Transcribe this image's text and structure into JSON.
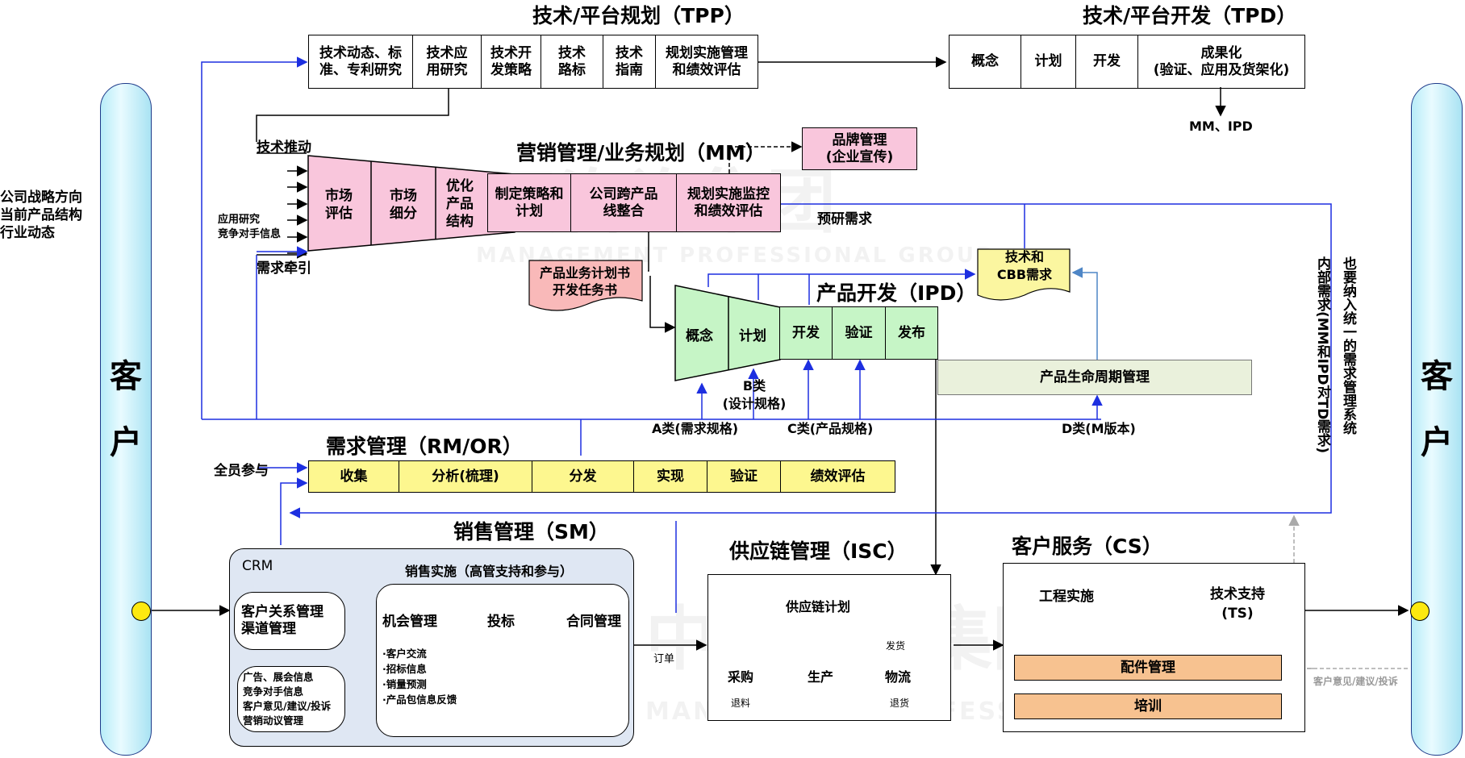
{
  "watermark": {
    "chinese": "中天咨询集团",
    "english": "MANAGEMENT PROFESSIONAL GROUP"
  },
  "customer_left": {
    "line1": "客",
    "line2": "户"
  },
  "customer_right": {
    "line1": "客",
    "line2": "户"
  },
  "strategy_inputs": [
    "公司战略方向",
    "当前产品结构",
    "行业动态"
  ],
  "tpp": {
    "title": "技术/平台规划（TPP）",
    "cells": [
      "技术动态、标准、专利研究",
      "技术应用研究",
      "技术开发策略",
      "技术路标",
      "技术指南",
      "规划实施管理和绩效评估"
    ]
  },
  "tpd": {
    "title": "技术/平台开发（TPD）",
    "cells": [
      "概念",
      "计划",
      "开发",
      "成果化\n(验证、应用及货架化)"
    ],
    "output": "MM、IPD"
  },
  "mm": {
    "title": "营销管理/业务规划（MM）",
    "tech_push": "技术推动",
    "demand_pull": "需求牵引",
    "inputs": "应用研究\n竞争对手信息",
    "funnel": [
      "市场评估",
      "市场细分",
      "优化产品结构"
    ],
    "cells": [
      "制定策略和计划",
      "公司跨产品线整合",
      "规划实施监控和绩效评估"
    ],
    "brand": "品牌管理\n(企业宣传)",
    "doc": "产品业务计划书\n开发任务书",
    "preresearch": "预研需求"
  },
  "ipd": {
    "title": "产品开发（IPD）",
    "funnel": [
      "概念",
      "计划"
    ],
    "cells": [
      "开发",
      "验证",
      "发布"
    ],
    "lifecycle": "产品生命周期管理",
    "cbb": "技术和\nCBB需求",
    "class_a": "A类(需求规格)",
    "class_b": "B类\n(设计规格)",
    "class_c": "C类(产品规格)",
    "class_d": "D类(M版本)"
  },
  "side_note": {
    "col1": "也要纳入统一的需求管理系统",
    "col2": "内部需求(MM和IPD对TD需求)"
  },
  "rm": {
    "title": "需求管理（RM/OR）",
    "all_staff": "全员参与",
    "cells": [
      "收集",
      "分析(梳理)",
      "分发",
      "实现",
      "验证",
      "绩效评估"
    ]
  },
  "sm": {
    "title": "销售管理（SM）",
    "crm": "CRM",
    "crm_box": "客户关系管理\n渠道管理",
    "info_box": "广告、展会信息\n竞争对手信息\n客户意见/建议/投诉\n营销动议管理",
    "sales_title": "销售实施（高管支持和参与）",
    "flow": [
      "机会管理",
      "投标",
      "合同管理"
    ],
    "bullets": [
      "·客户交流",
      "·招标信息",
      "·销量预测",
      "·产品包信息反馈"
    ],
    "order": "订单"
  },
  "isc": {
    "title": "供应链管理（ISC）",
    "plan": "供应链计划",
    "items": [
      "采购",
      "生产",
      "物流"
    ],
    "ship": "发货",
    "return_material": "退料",
    "return_goods": "退货"
  },
  "cs": {
    "title": "客户服务（CS）",
    "engineering": "工程实施",
    "tech_support": "技术支持\n(TS)",
    "parts": "配件管理",
    "training": "培训",
    "feedback": "客户意见/建议/投诉"
  }
}
